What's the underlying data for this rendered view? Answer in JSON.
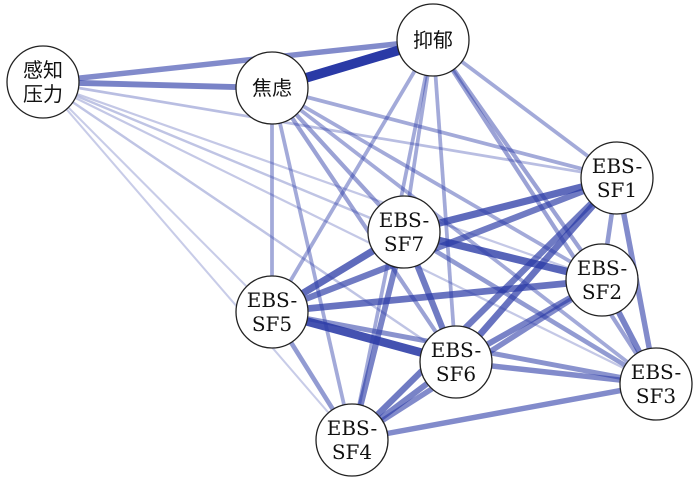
{
  "colors": {
    "edge": "#2a3aa6",
    "node_fill": "#ffffff",
    "node_stroke": "#222222"
  },
  "nodes": [
    {
      "id": "stress",
      "lines": [
        "感知",
        "压力"
      ]
    },
    {
      "id": "anxiety",
      "lines": [
        "焦虑"
      ]
    },
    {
      "id": "depress",
      "lines": [
        "抑郁"
      ]
    },
    {
      "id": "sf1",
      "lines": [
        "EBS-",
        "SF1"
      ]
    },
    {
      "id": "sf7",
      "lines": [
        "EBS-",
        "SF7"
      ]
    },
    {
      "id": "sf2",
      "lines": [
        "EBS-",
        "SF2"
      ]
    },
    {
      "id": "sf5",
      "lines": [
        "EBS-",
        "SF5"
      ]
    },
    {
      "id": "sf6",
      "lines": [
        "EBS-",
        "SF6"
      ]
    },
    {
      "id": "sf3",
      "lines": [
        "EBS-",
        "SF3"
      ]
    },
    {
      "id": "sf4",
      "lines": [
        "EBS-",
        "SF4"
      ]
    }
  ],
  "edges": [
    {
      "source": "anxiety",
      "target": "depress",
      "weight": 1.0
    },
    {
      "source": "stress",
      "target": "anxiety",
      "weight": 0.55
    },
    {
      "source": "stress",
      "target": "depress",
      "weight": 0.5
    },
    {
      "source": "stress",
      "target": "sf1",
      "weight": 0.18
    },
    {
      "source": "stress",
      "target": "sf7",
      "weight": 0.15
    },
    {
      "source": "stress",
      "target": "sf2",
      "weight": 0.12
    },
    {
      "source": "stress",
      "target": "sf5",
      "weight": 0.1
    },
    {
      "source": "stress",
      "target": "sf6",
      "weight": 0.15
    },
    {
      "source": "stress",
      "target": "sf3",
      "weight": 0.12
    },
    {
      "source": "stress",
      "target": "sf4",
      "weight": 0.1
    },
    {
      "source": "anxiety",
      "target": "sf1",
      "weight": 0.3
    },
    {
      "source": "anxiety",
      "target": "sf7",
      "weight": 0.35
    },
    {
      "source": "anxiety",
      "target": "sf2",
      "weight": 0.3
    },
    {
      "source": "anxiety",
      "target": "sf5",
      "weight": 0.3
    },
    {
      "source": "anxiety",
      "target": "sf6",
      "weight": 0.35
    },
    {
      "source": "anxiety",
      "target": "sf3",
      "weight": 0.3
    },
    {
      "source": "anxiety",
      "target": "sf4",
      "weight": 0.3
    },
    {
      "source": "depress",
      "target": "sf1",
      "weight": 0.3
    },
    {
      "source": "depress",
      "target": "sf7",
      "weight": 0.3
    },
    {
      "source": "depress",
      "target": "sf2",
      "weight": 0.35
    },
    {
      "source": "depress",
      "target": "sf5",
      "weight": 0.3
    },
    {
      "source": "depress",
      "target": "sf6",
      "weight": 0.3
    },
    {
      "source": "depress",
      "target": "sf3",
      "weight": 0.35
    },
    {
      "source": "depress",
      "target": "sf4",
      "weight": 0.3
    },
    {
      "source": "sf1",
      "target": "sf7",
      "weight": 0.7
    },
    {
      "source": "sf1",
      "target": "sf2",
      "weight": 0.4
    },
    {
      "source": "sf1",
      "target": "sf5",
      "weight": 0.6
    },
    {
      "source": "sf1",
      "target": "sf6",
      "weight": 0.65
    },
    {
      "source": "sf1",
      "target": "sf3",
      "weight": 0.5
    },
    {
      "source": "sf1",
      "target": "sf4",
      "weight": 0.6
    },
    {
      "source": "sf7",
      "target": "sf2",
      "weight": 0.75
    },
    {
      "source": "sf7",
      "target": "sf5",
      "weight": 0.7
    },
    {
      "source": "sf7",
      "target": "sf6",
      "weight": 0.6
    },
    {
      "source": "sf7",
      "target": "sf3",
      "weight": 0.4
    },
    {
      "source": "sf7",
      "target": "sf4",
      "weight": 0.55
    },
    {
      "source": "sf2",
      "target": "sf5",
      "weight": 0.65
    },
    {
      "source": "sf2",
      "target": "sf6",
      "weight": 0.55
    },
    {
      "source": "sf2",
      "target": "sf3",
      "weight": 0.55
    },
    {
      "source": "sf2",
      "target": "sf4",
      "weight": 0.5
    },
    {
      "source": "sf5",
      "target": "sf6",
      "weight": 0.85
    },
    {
      "source": "sf5",
      "target": "sf3",
      "weight": 0.45
    },
    {
      "source": "sf5",
      "target": "sf4",
      "weight": 0.4
    },
    {
      "source": "sf6",
      "target": "sf3",
      "weight": 0.5
    },
    {
      "source": "sf6",
      "target": "sf4",
      "weight": 0.55
    },
    {
      "source": "sf3",
      "target": "sf4",
      "weight": 0.5
    }
  ]
}
